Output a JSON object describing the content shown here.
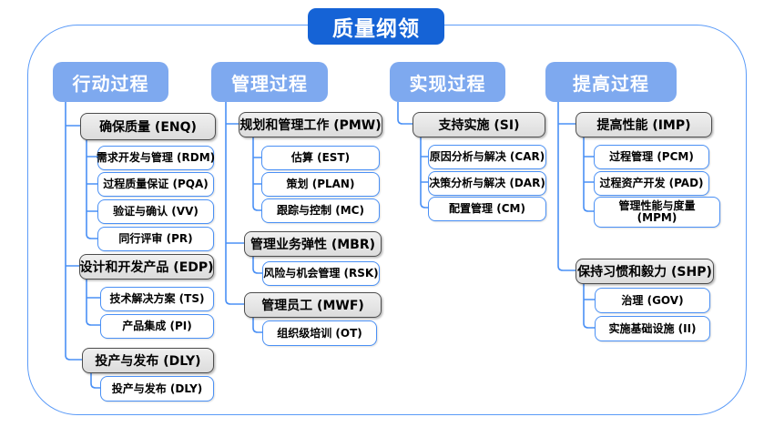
{
  "title": "质量纲领",
  "colors": {
    "title_bg": "#1563d6",
    "header_bg": "#7ea9ef",
    "connector": "#4a90f5",
    "group_fill": "#e7e7e7",
    "group_border": "#4d4d4d",
    "item_border": "#4a90f5",
    "outer_border": "#5b9bf8"
  },
  "columns": [
    {
      "header": "行动过程",
      "groups": [
        {
          "label": "确保质量 (ENQ)",
          "items": [
            "需求开发与管理 (RDM)",
            "过程质量保证 (PQA)",
            "验证与确认 (VV)",
            "同行评审 (PR)"
          ]
        },
        {
          "label": "设计和开发产品 (EDP)",
          "items": [
            "技术解决方案 (TS)",
            "产品集成 (PI)"
          ]
        },
        {
          "label": "投产与发布 (DLY)",
          "items": [
            "投产与发布 (DLY)"
          ]
        }
      ]
    },
    {
      "header": "管理过程",
      "groups": [
        {
          "label": "规划和管理工作 (PMW)",
          "items": [
            "估算 (EST)",
            "策划 (PLAN)",
            "跟踪与控制 (MC)"
          ]
        },
        {
          "label": "管理业务弹性 (MBR)",
          "items": [
            "风险与机会管理 (RSK)"
          ]
        },
        {
          "label": "管理员工 (MWF)",
          "items": [
            "组织级培训 (OT)"
          ]
        }
      ]
    },
    {
      "header": "实现过程",
      "groups": [
        {
          "label": "支持实施 (SI)",
          "items": [
            "原因分析与解决 (CAR)",
            "决策分析与解决 (DAR)",
            "配置管理 (CM)"
          ]
        }
      ]
    },
    {
      "header": "提高过程",
      "groups": [
        {
          "label": "提高性能 (IMP)",
          "items": [
            "过程管理 (PCM)",
            "过程资产开发 (PAD)",
            "管理性能与度量 (MPM)"
          ]
        },
        {
          "label": "保持习惯和毅力 (SHP)",
          "items": [
            "治理 (GOV)",
            "实施基础设施 (II)"
          ]
        }
      ]
    }
  ]
}
